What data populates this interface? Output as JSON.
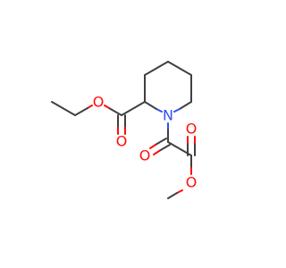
{
  "molecule": {
    "atoms": {
      "o_ethoxy": {
        "symbol": "O",
        "color": "#ff0d0d"
      },
      "o_ester_carbonyl": {
        "symbol": "O",
        "color": "#ff0d0d"
      },
      "n_ring": {
        "symbol": "N",
        "color": "#3050f8"
      },
      "o_keto": {
        "symbol": "O",
        "color": "#ff0d0d"
      },
      "o_methyl_ester_carbonyl": {
        "symbol": "O",
        "color": "#ff0d0d"
      },
      "o_methoxy": {
        "symbol": "O",
        "color": "#ff0d0d"
      }
    },
    "bond_color": "#404040"
  }
}
